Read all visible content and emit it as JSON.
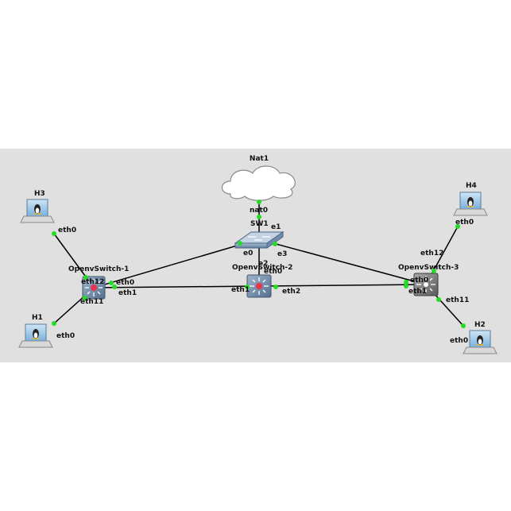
{
  "colors": {
    "canvas_bg": "#e0e0e0",
    "link": "#000000",
    "port_dot": "#22dd22"
  },
  "nodes": {
    "nat1": {
      "label": "Nat1",
      "icon": "cloud-icon"
    },
    "sw1": {
      "label": "SW1",
      "icon": "ethernet-switch-icon"
    },
    "ovs1": {
      "label": "OpenvSwitch-1",
      "icon": "openvswitch-icon"
    },
    "ovs2": {
      "label": "OpenvSwitch-2",
      "icon": "openvswitch-icon"
    },
    "ovs3": {
      "label": "OpenvSwitch-3",
      "icon": "openvswitch-icon"
    },
    "h1": {
      "label": "H1",
      "icon": "linux-host-icon"
    },
    "h2": {
      "label": "H2",
      "icon": "linux-host-icon"
    },
    "h3": {
      "label": "H3",
      "icon": "linux-host-icon"
    },
    "h4": {
      "label": "H4",
      "icon": "linux-host-icon"
    }
  },
  "ports": {
    "nat0": "nat0",
    "e0": "e0",
    "e1": "e1",
    "e2": "e2",
    "e3": "e3",
    "eth0": "eth0",
    "eth1": "eth1",
    "eth2": "eth2",
    "eth11": "eth11",
    "eth12": "eth12"
  }
}
